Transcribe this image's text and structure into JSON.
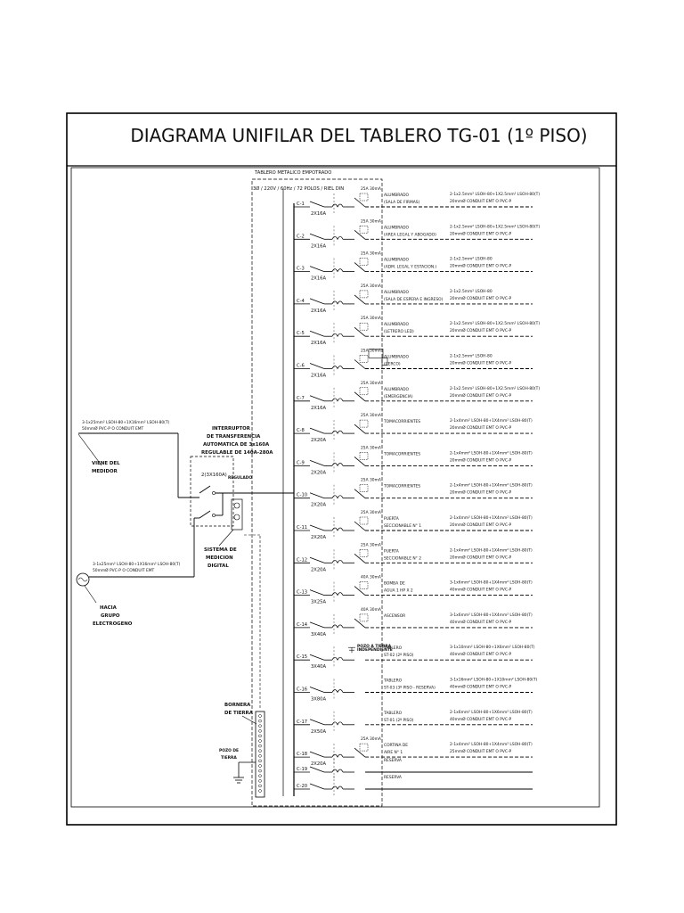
{
  "title": "DIAGRAMA UNIFILAR DEL TABLERO TG-01 (1º PISO)",
  "panel": {
    "type": "TABLERO METALICO EMPOTRADO",
    "spec": "3Ø / 220V / 60Hz / 72 POLOS /  RIEL DIN"
  },
  "incoming": {
    "cable_top": "3-1x25mm² LSOH-80+1X16mm² LSOH-80(T)",
    "conduit_top": "50mmØ PVC-P O CONDUIT EMT",
    "from_meter": [
      "VIENE  DEL",
      "MEDIDOR"
    ],
    "transfer_switch": [
      "INTERRUPTOR",
      "DE TRANSFERENCIA",
      "AUTOMATICA DE 3x160A",
      "REGULABLE DE 140A-280A"
    ],
    "main_breaker": "2(3X160A)",
    "regulated": "REGULADO",
    "metering": [
      "SISTEMA DE",
      "MEDICION",
      "DIGITAL"
    ],
    "cable_gen": "3-1x25mm² LSOH-80+1X16mm² LSOH-80(T)",
    "conduit_gen": "50mmØ PVC-P O CONDUIT EMT",
    "to_generator": [
      "HACIA",
      "GRUPO",
      "ELECTROGENO"
    ],
    "ground_bar": [
      "BORNERA",
      "DE TIERRA"
    ],
    "ground_well": [
      "POZO DE",
      "TIERRA"
    ],
    "earth_note": [
      "POZO A TIERRA",
      "INDEPENDIENTE"
    ]
  },
  "circuits": [
    {
      "id": "C-1",
      "breaker": "2X16A",
      "diff": "25A 30mA",
      "load1": "ALUMBRADO",
      "load2": "(SALA DE FIRMAS)",
      "cable": "2-1x2.5mm² LSOH-80+1X2.5mm² LSOH-80(T)",
      "conduit": "20mmØ CONDUIT EMT O PVC-P"
    },
    {
      "id": "C-2",
      "breaker": "2X16A",
      "diff": "25A 30mA",
      "load1": "ALUMBRADO",
      "load2": "(AREA LEGAL Y ABOGADO)",
      "cable": "2-1x2.5mm² LSOH-80+1X2.5mm² LSOH-80(T)",
      "conduit": "20mmØ CONDUIT EMT O PVC-P"
    },
    {
      "id": "C-3",
      "breaker": "2X16A",
      "diff": "25A 30mA",
      "load1": "ALUMBRADO",
      "load2": "(ADM. LEGAL Y ESTACION.)",
      "cable": "2-1x2.5mm² LSOH-80",
      "conduit": "20mmØ CONDUIT EMT O PVC-P"
    },
    {
      "id": "C-4",
      "breaker": "2X16A",
      "diff": "25A 30mA",
      "load1": "ALUMBRADO",
      "load2": "(SALA DE ESPERA E INGRESO)",
      "cable": "2-1x2.5mm² LSOH-80",
      "conduit": "20mmØ CONDUIT EMT O PVC-P"
    },
    {
      "id": "C-5",
      "breaker": "2X16A",
      "diff": "25A 30mA",
      "load1": "ALUMBRADO",
      "load2": "(LETRERO LED)",
      "cable": "2-1x2.5mm² LSOH-80+1X2.5mm² LSOH-80(T)",
      "conduit": "20mmØ CONDUIT EMT O PVC-P"
    },
    {
      "id": "C-6",
      "breaker": "2X16A",
      "diff": "25A 30mA",
      "load1": "ALUMBRADO",
      "load2": "(CERCO)",
      "cable": "2-1x2.5mm² LSOH-80",
      "conduit": "20mmØ CONDUIT EMT O PVC-P"
    },
    {
      "id": "C-7",
      "breaker": "2X16A",
      "diff": "25A 30mA",
      "load1": "ALUMBRADO",
      "load2": "(EMERGENCIA)",
      "cable": "2-1x2.5mm² LSOH-80+1X2.5mm² LSOH-80(T)",
      "conduit": "20mmØ CONDUIT EMT O PVC-P"
    },
    {
      "id": "C-8",
      "breaker": "2X20A",
      "diff": "25A 30mA",
      "load1": "TOMACORRIENTES",
      "load2": "",
      "cable": "2-1x4mm² LSOH-80+1X4mm² LSOH-80(T)",
      "conduit": "20mmØ CONDUIT EMT O PVC-P"
    },
    {
      "id": "C-9",
      "breaker": "2X20A",
      "diff": "25A 30mA",
      "load1": "TOMACORRIENTES",
      "load2": "",
      "cable": "2-1x4mm² LSOH-80+1X4mm² LSOH-80(T)",
      "conduit": "20mmØ CONDUIT EMT O PVC-P"
    },
    {
      "id": "C-10",
      "breaker": "2X20A",
      "diff": "25A 30mA",
      "load1": "TOMACORRIENTES",
      "load2": "",
      "cable": "2-1x4mm² LSOH-80+1X4mm² LSOH-80(T)",
      "conduit": "20mmØ CONDUIT EMT O PVC-P"
    },
    {
      "id": "C-11",
      "breaker": "2X20A",
      "diff": "25A 30mA",
      "load1": "PUERTA",
      "load2": "SECCIONABLE N° 1",
      "cable": "2-1x4mm² LSOH-80+1X4mm² LSOH-80(T)",
      "conduit": "20mmØ CONDUIT EMT O PVC-P"
    },
    {
      "id": "C-12",
      "breaker": "2X20A",
      "diff": "25A 30mA",
      "load1": "PUERTA",
      "load2": "SECCIONABLE N° 2",
      "cable": "2-1x4mm² LSOH-80+1X4mm² LSOH-80(T)",
      "conduit": "20mmØ CONDUIT EMT O PVC-P"
    },
    {
      "id": "C-13",
      "breaker": "3X25A",
      "diff": "40A 30mA",
      "load1": "BOMBA DE",
      "load2": "AGUA 1 HP X 2",
      "cable": "3-1x6mm² LSOH-80+1X4mm² LSOH-80(T)",
      "conduit": "40mmØ CONDUIT EMT O PVC-P"
    },
    {
      "id": "C-14",
      "breaker": "3X40A",
      "diff": "40A 30mA",
      "load1": "ASCENSOR",
      "load2": "",
      "cable": "3-1x6mm² LSOH-80+1X4mm² LSOH-80(T)",
      "conduit": "40mmØ CONDUIT EMT O PVC-P"
    },
    {
      "id": "C-15",
      "breaker": "3X40A",
      "diff": "",
      "load1": "TABLERO",
      "load2": "ST-02  (2º PISO)",
      "cable": "3-1x10mm² LSOH-80+1X6mm² LSOH-80(T)",
      "conduit": "40mmØ CONDUIT EMT O PVC-P"
    },
    {
      "id": "C-16",
      "breaker": "3X80A",
      "diff": "",
      "load1": "TABLERO",
      "load2": "ST-03 (3º PISO - RESERVA)",
      "cable": "3-1x16mm² LSOH-80+1X10mm² LSOH-80(T)",
      "conduit": "40mmØ CONDUIT EMT O PVC-P"
    },
    {
      "id": "C-17",
      "breaker": "2X50A",
      "diff": "",
      "load1": "TABLERO",
      "load2": "ST-01 (2º PISO)",
      "cable": "2-1x6mm² LSOH-80+1X6mm² LSOH-80(T)",
      "conduit": "40mmØ CONDUIT EMT O PVC-P"
    },
    {
      "id": "C-18",
      "breaker": "2X20A",
      "diff": "25A 30mA",
      "load1": "CORTINA DE",
      "load2": "AIRE N° 1",
      "cable": "2-1x4mm² LSOH-80+1X4mm² LSOH-80(T)",
      "conduit": "25mmØ CONDUIT EMT O PVC-P"
    },
    {
      "id": "C-19",
      "breaker": "",
      "diff": "",
      "load1": "RESERVA",
      "load2": "",
      "cable": "",
      "conduit": ""
    },
    {
      "id": "C-20",
      "breaker": "",
      "diff": "",
      "load1": "RESERVA",
      "load2": "",
      "cable": "",
      "conduit": ""
    }
  ]
}
